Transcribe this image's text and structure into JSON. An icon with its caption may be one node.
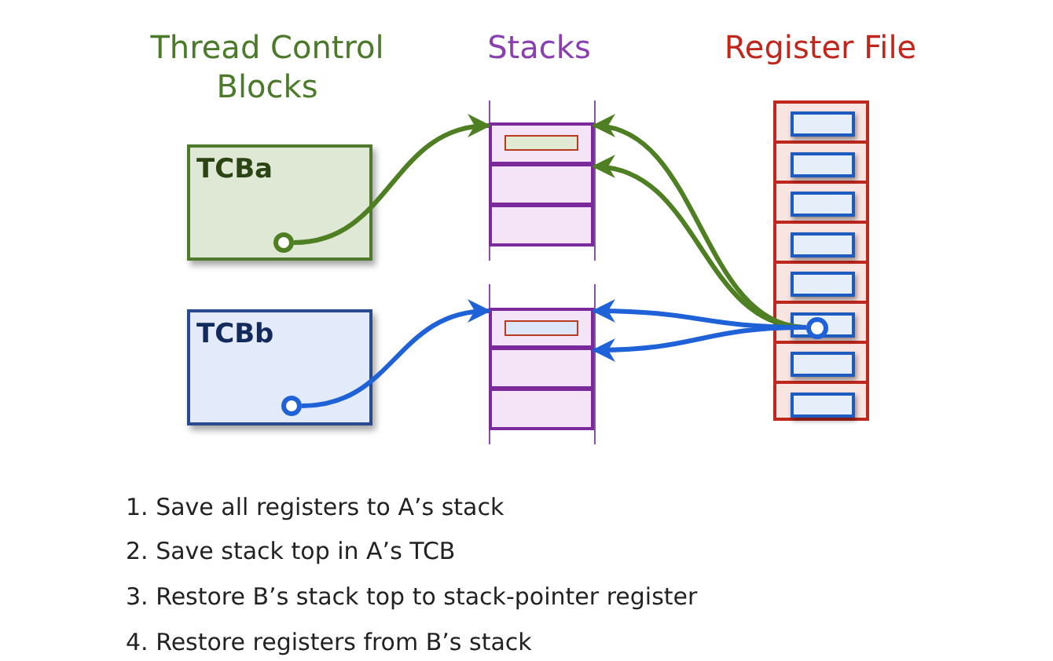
{
  "diagram": {
    "nodes": [
      {
        "text": [
          "TCBa"
        ]
      },
      {
        "text": [],
        "shape": "circle",
        "in": 0
      },
      {
        "text": [
          "TCBb"
        ]
      },
      {
        "text": [],
        "shape": "circle",
        "in": 2
      },
      {
        "text": [],
        "shape": "box"
      },
      {
        "text": [],
        "shape": "box"
      },
      {
        "text": [],
        "shape": "box"
      },
      {
        "text": [],
        "shape": "box"
      },
      {
        "text": [],
        "shape": "box"
      },
      {
        "text": [],
        "shape": "box"
      },
      {
        "text": [],
        "shape": "box"
      },
      {
        "text": [],
        "shape": "box",
        "in": 10
      },
      {
        "text": [],
        "shape": "box",
        "in": 10
      },
      {
        "text": [],
        "shape": "box",
        "in": 10
      },
      {
        "text": [],
        "shape": "box",
        "in": 10
      },
      {
        "text": [],
        "shape": "box",
        "in": 10
      },
      {
        "text": [],
        "shape": "box",
        "in": 10
      },
      {
        "text": [],
        "shape": "box",
        "in": 10
      },
      {
        "text": [],
        "shape": "box",
        "in": 10
      },
      {
        "text": [],
        "shape": "circle",
        "in": 16
      }
    ],
    "edges": [
      {
        "from": 1,
        "to": 4,
        "arrow": "to",
        "color": "#4f7f23"
      },
      {
        "from": 3,
        "to": 7,
        "arrow": "to",
        "color": "#1f62d8"
      },
      {
        "from": 19,
        "to": 4,
        "arrow": "to",
        "color": "#4f7f23"
      },
      {
        "from": 19,
        "to": 5,
        "arrow": "to",
        "color": "#4f7f23"
      },
      {
        "from": 19,
        "to": 7,
        "arrow": "to",
        "color": "#1f62d8"
      },
      {
        "from": 19,
        "to": 8,
        "arrow": "to",
        "color": "#1f62d8"
      }
    ],
    "labels": [
      "Thread Control Blocks",
      "Stacks",
      "Register File",
      "1. Save all registers to A’s stack",
      "2. Save stack top in A’s TCB",
      "3. Restore B’s stack top to stack-pointer register",
      "4. Restore registers from B’s stack"
    ]
  }
}
